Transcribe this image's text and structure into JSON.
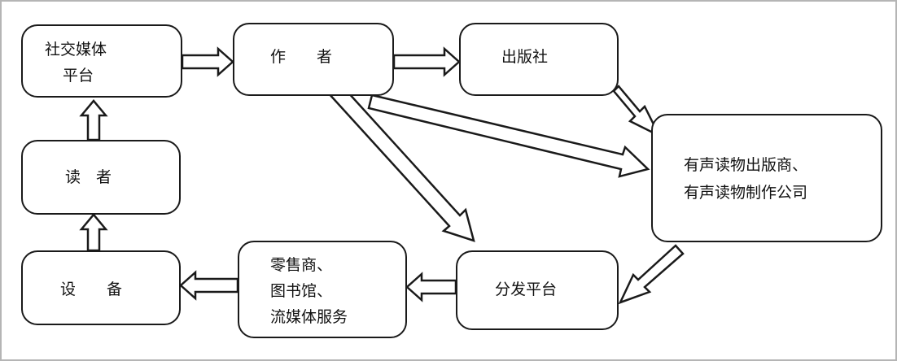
{
  "diagram": {
    "nodes": {
      "social_media": [
        "社交媒体",
        "平台"
      ],
      "author": "作　　者",
      "publisher": "出版社",
      "audio_company": [
        "有声读物出版商、",
        "有声读物制作公司"
      ],
      "reader": "读　者",
      "device": "设　　备",
      "retailer": [
        "零售商、",
        "图书馆、",
        "流媒体服务"
      ],
      "distribution": "分发平台"
    },
    "edges": [
      [
        "social_media",
        "author"
      ],
      [
        "author",
        "publisher"
      ],
      [
        "publisher",
        "audio_company"
      ],
      [
        "author",
        "audio_company"
      ],
      [
        "author",
        "distribution"
      ],
      [
        "audio_company",
        "distribution"
      ],
      [
        "distribution",
        "retailer"
      ],
      [
        "retailer",
        "device"
      ],
      [
        "device",
        "reader"
      ],
      [
        "reader",
        "social_media"
      ]
    ]
  }
}
